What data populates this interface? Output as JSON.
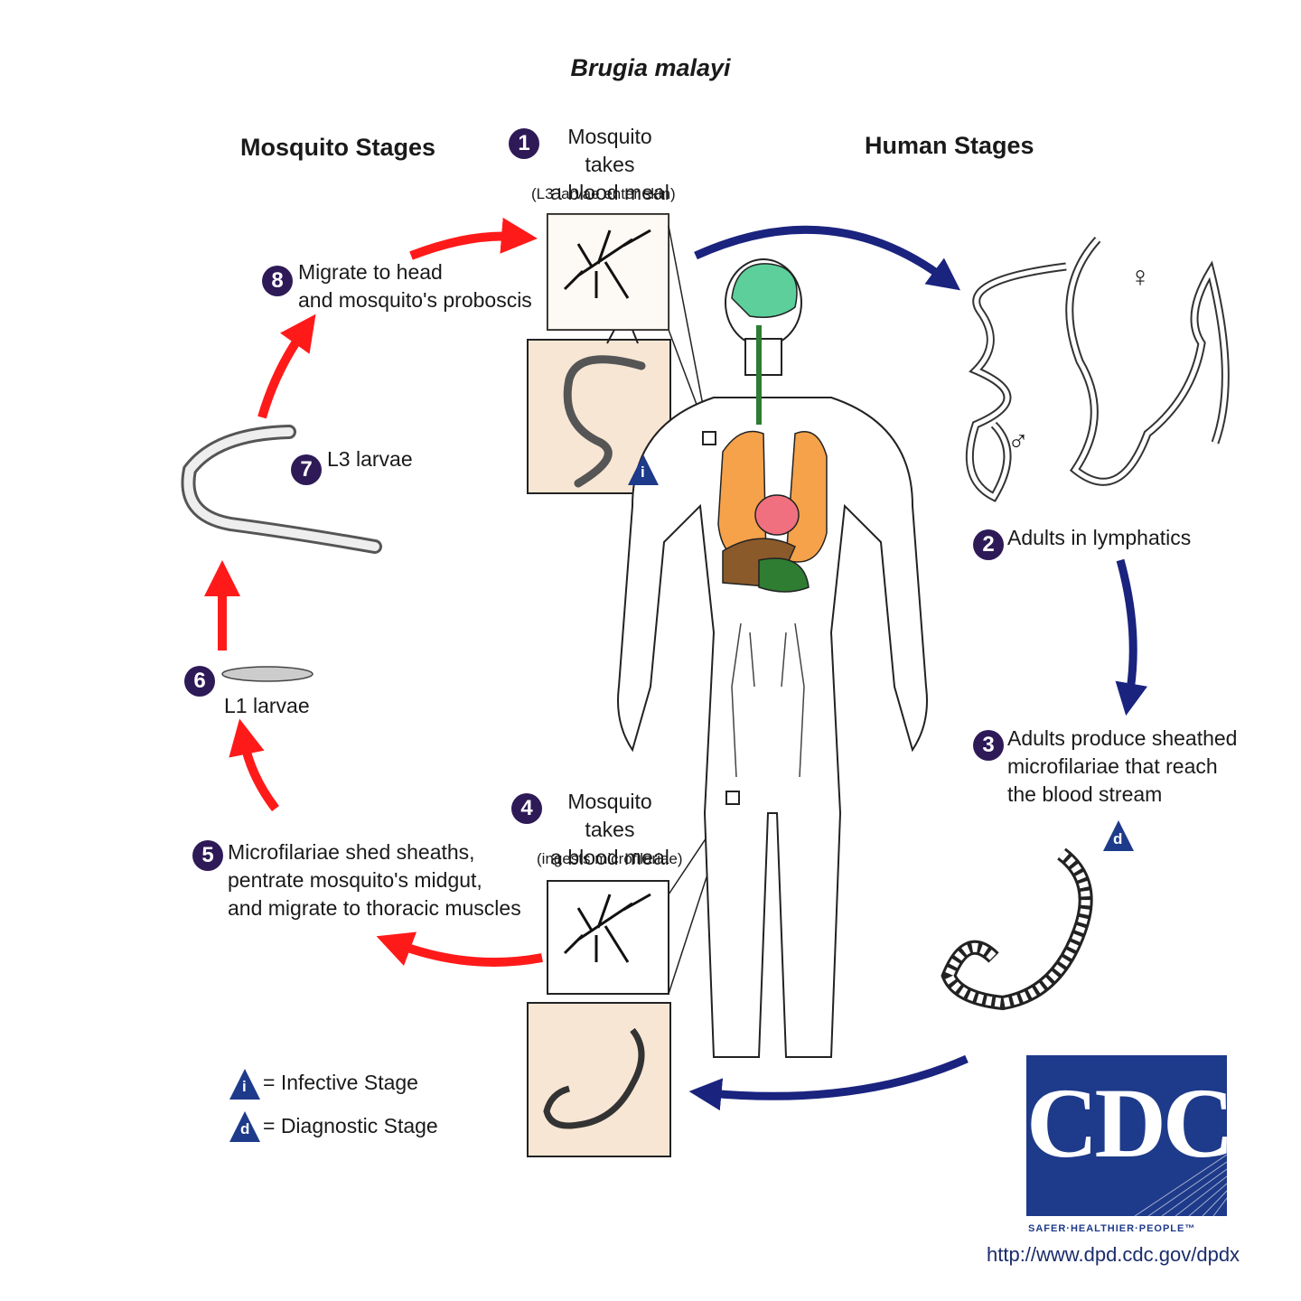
{
  "title": "Brugia malayi",
  "sections": {
    "mosquito": "Mosquito Stages",
    "human": "Human Stages"
  },
  "steps": [
    {
      "num": "1",
      "line1": "Mosquito takes",
      "line2": "a blood meal",
      "note": "(L3 larvae enter skin)"
    },
    {
      "num": "2",
      "line1": "Adults in lymphatics"
    },
    {
      "num": "3",
      "line1": "Adults produce sheathed",
      "line2": "microfilariae that reach",
      "line3": "the blood stream"
    },
    {
      "num": "4",
      "line1": "Mosquito takes",
      "line2": "a blood meal",
      "note": "(ingests microfilariae)"
    },
    {
      "num": "5",
      "line1": "Microfilariae shed sheaths,",
      "line2": "pentrate mosquito's midgut,",
      "line3": "and migrate to thoracic muscles"
    },
    {
      "num": "6",
      "line1": "L1 larvae"
    },
    {
      "num": "7",
      "line1": "L3 larvae"
    },
    {
      "num": "8",
      "line1": "Migrate to head",
      "line2": "and mosquito's proboscis"
    }
  ],
  "legend": {
    "infective": {
      "badge": "i",
      "text": "= Infective Stage"
    },
    "diagnostic": {
      "badge": "d",
      "text": "= Diagnostic Stage"
    }
  },
  "sex_symbols": {
    "female": "♀",
    "male": "♂"
  },
  "logo": {
    "text": "CDC",
    "tagline": "SAFER·HEALTHIER·PEOPLE™"
  },
  "url": "http://www.dpd.cdc.gov/dpdx",
  "colors": {
    "mosquito_arrows": "#ff1a1a",
    "human_arrows": "#1a237e",
    "step_circle": "#2e1a57",
    "panel": "#f8e6d4",
    "logo": "#1e3a8a"
  }
}
